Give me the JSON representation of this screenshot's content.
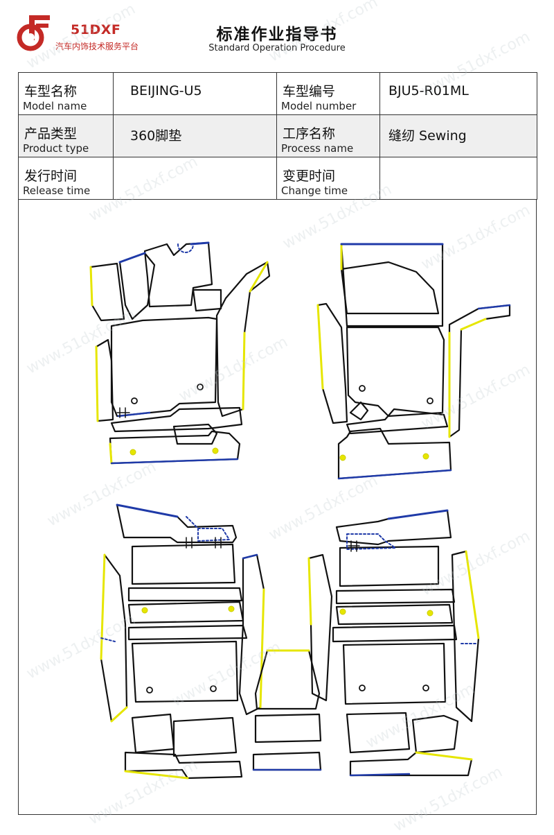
{
  "brand": {
    "name": "51DXF",
    "tagline": "汽车内饰技术服务平台",
    "color": "#c42a26"
  },
  "header": {
    "title": "标准作业指导书",
    "subtitle": "Standard Operation Procedure"
  },
  "info_table": {
    "model_name": {
      "label_cn": "车型名称",
      "label_en": "Model name",
      "value": "BEIJING-U5"
    },
    "model_number": {
      "label_cn": "车型编号",
      "label_en": "Model number",
      "value": "BJU5-R01ML"
    },
    "product_type": {
      "label_cn": "产品类型",
      "label_en": "Product type",
      "value": "360脚垫"
    },
    "process_name": {
      "label_cn": "工序名称",
      "label_en": "Process name",
      "value": "缝纫 Sewing"
    },
    "release_time": {
      "label_cn": "发行时间",
      "label_en": "Release time",
      "value": ""
    },
    "change_time": {
      "label_cn": "变更时间",
      "label_en": "Change time",
      "value": ""
    }
  },
  "drawing": {
    "colors": {
      "outline": "#111111",
      "edge_yellow": "#e6e600",
      "edge_blue": "#1f3aa8"
    }
  },
  "watermark": {
    "text": "www.51dxf.com"
  }
}
